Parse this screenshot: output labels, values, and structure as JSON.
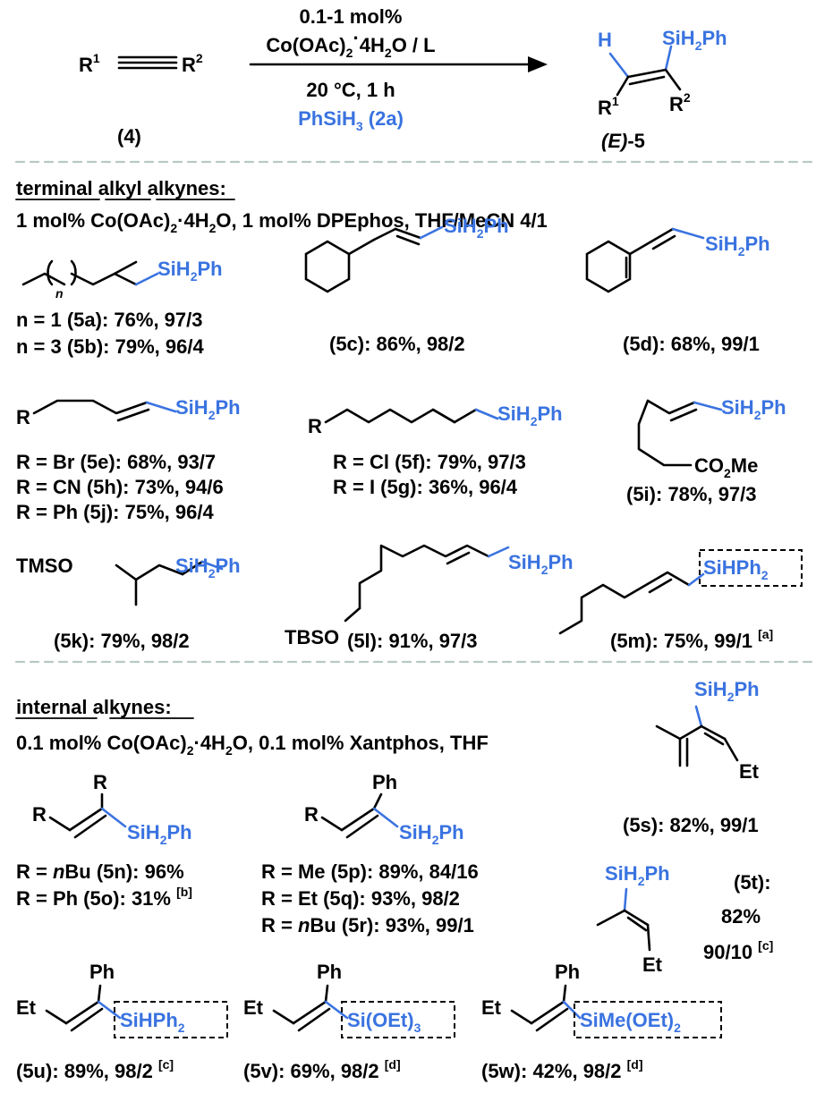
{
  "header": {
    "reactant": {
      "r1": "R",
      "r1_sup": "1",
      "r2": "R",
      "r2_sup": "2",
      "label": "(4)"
    },
    "conditions": {
      "line1": "0.1-1 mol%",
      "line2_main": "Co(OAc)",
      "line2_sub": "2",
      "line2_dot": "·",
      "line2_tail": "4H",
      "line2_sub2": "2",
      "line2_end": "O / L",
      "line3": "20 °C, 1 h",
      "line4": "PhSiH",
      "line4_sub": "3",
      "line4_end": " (2a)"
    },
    "product": {
      "h": "H",
      "si": "SiH",
      "si_sub": "2",
      "si_end": "Ph",
      "r1": "R",
      "r1_sup": "1",
      "r2": "R",
      "r2_sup": "2",
      "label_italic": "(E)",
      "label_tail": "-5"
    }
  },
  "terminal": {
    "heading_words": [
      "terminal",
      "alkyl",
      "alkynes:"
    ],
    "cond_a": "1 mol% Co(OAc)",
    "cond_sub": "2",
    "cond_b": "·4H",
    "cond_sub2": "2",
    "cond_c": "O, 1 mol% DPEphos, THF/MeCN 4/1",
    "n_label": "n",
    "entries": {
      "5a": "n = 1 (5a): 76%, 97/3",
      "5b": "n = 3 (5b): 79%, 96/4",
      "5c": "(5c): 86%, 98/2",
      "5d": "(5d): 68%, 99/1",
      "5e": "R = Br (5e): 68%, 93/7",
      "5h": "R = CN (5h): 73%, 94/6",
      "5j": "R = Ph (5j): 75%, 96/4",
      "5f": "R = Cl (5f): 79%, 97/3",
      "5g": "R = I (5g): 36%, 96/4",
      "5i": "(5i): 78%, 97/3",
      "5k": "(5k): 79%, 98/2",
      "5l": "(5l): 91%, 97/3",
      "5m": "(5m): 75%, 99/1",
      "5m_note": "[a]"
    },
    "groups": {
      "r": "R",
      "co2me": "CO",
      "co2me_sub": "2",
      "co2me_end": "Me",
      "tmso": "TMSO",
      "tbso": "TBSO",
      "sihph2": "SiHPh",
      "sihph2_sub": "2"
    }
  },
  "internal": {
    "heading_words": [
      "internal",
      "alkynes:"
    ],
    "cond_a": "0.1 mol% Co(OAc)",
    "cond_sub": "2",
    "cond_b": "·4H",
    "cond_sub2": "2",
    "cond_c": "O, 0.1 mol% Xantphos, THF",
    "entries": {
      "5n_a": "R = ",
      "5n_b": "n",
      "5n_c": "Bu (5n): 96%",
      "5o": "R = Ph (5o): 31% ",
      "5o_note": "[b]",
      "5p": "R = Me (5p): 89%, 84/16",
      "5q": "R = Et (5q): 93%, 98/2",
      "5r_a": "R = ",
      "5r_b": "n",
      "5r_c": "Bu (5r): 93%, 99/1",
      "5s": "(5s): 82%, 99/1",
      "5t_1": "(5t):",
      "5t_2": "82%",
      "5t_3": "90/10 ",
      "5t_note": "[c]",
      "5u": "(5u): 89%, 98/2 ",
      "5u_note": "[c]",
      "5v": "(5v): 69%, 98/2 ",
      "5v_note": "[d]",
      "5w": "(5w): 42%, 98/2 ",
      "5w_note": "[d]"
    },
    "groups": {
      "r": "R",
      "ph": "Ph",
      "et": "Et",
      "sih2ph": "SiH",
      "sih2ph_sub": "2",
      "sih2ph_end": "Ph",
      "sihph2": "SiHPh",
      "sihph2_sub": "2",
      "sioet3": "Si(OEt)",
      "sioet3_sub": "3",
      "simeoet2": "SiMe(OEt)",
      "simeoet2_sub": "2"
    }
  },
  "colors": {
    "silyl_blue": "#3a73e0",
    "separator": "#b8c9c4"
  }
}
